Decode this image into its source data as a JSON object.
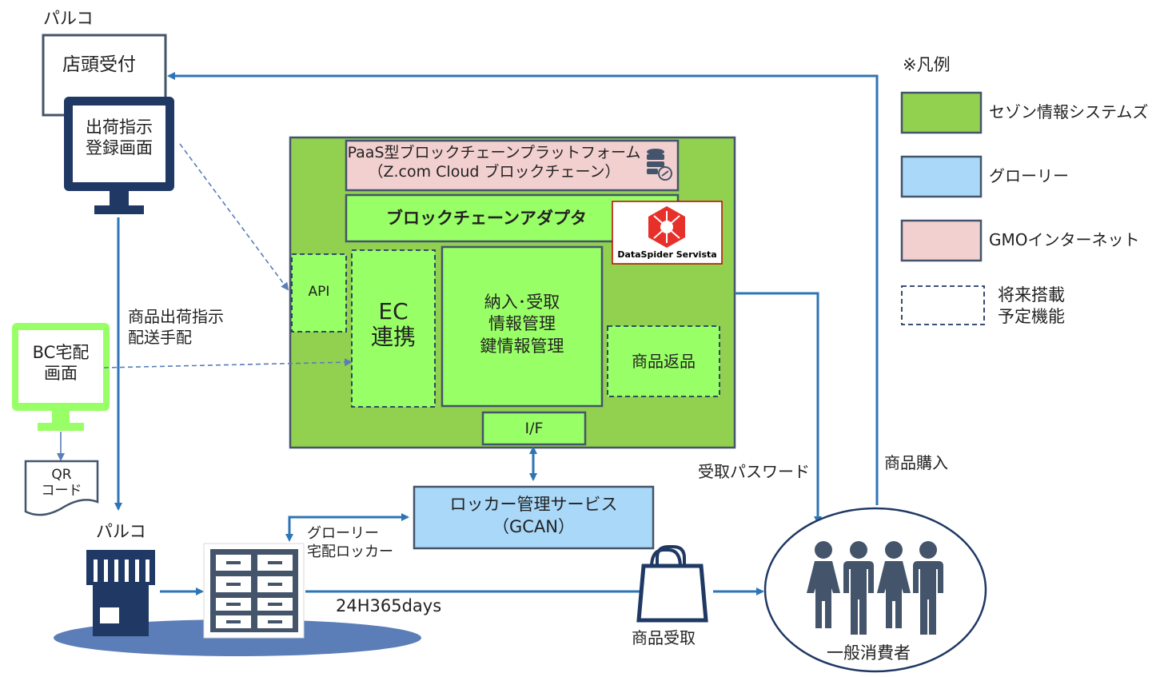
{
  "colors": {
    "green": "#92d050",
    "green_inner": "#99ff66",
    "blue": "#a9d8f8",
    "pink": "#f2d0cf",
    "navy": "#1f3864",
    "arrow": "#2e75b6",
    "icon": "#44546a",
    "dash": "#2f5597"
  },
  "top_left": {
    "parco_label": "パルコ",
    "front_desk": "店頭受付",
    "monitor_text": [
      "出荷指示",
      "登録画面"
    ]
  },
  "platform": {
    "paas_line1": "PaaS型ブロックチェーンプラットフォーム",
    "paas_line2": "（Z.com Cloud ブロックチェーン）",
    "adapter": "ブロックチェーンアダプタ",
    "dataspider_logo": "DataSpider Servista",
    "api": "API",
    "ec": [
      "EC",
      "連携"
    ],
    "center": [
      "納入･受取",
      "情報管理",
      "鍵情報管理"
    ],
    "returns": "商品返品",
    "if": "I/F"
  },
  "left_side": {
    "ship_instruction": [
      "商品出荷指示",
      "配送手配"
    ],
    "bc_screen": [
      "BC宅配",
      "画面"
    ],
    "qr": [
      "QR",
      "コード"
    ],
    "parco_bottom": "パルコ"
  },
  "bottom": {
    "gcan": [
      "ロッカー管理サービス",
      "（GCAN）"
    ],
    "locker": [
      "グローリー",
      "宅配ロッカー"
    ],
    "hours": "24H365days",
    "pickup": "商品受取",
    "password": "受取パスワード",
    "purchase": "商品購入",
    "consumer": "一般消費者"
  },
  "legend": {
    "title": "※凡例",
    "items": [
      {
        "label": "セゾン情報システムズ",
        "color": "#92d050"
      },
      {
        "label": "グローリー",
        "color": "#a9d8f8"
      },
      {
        "label": "GMOインターネット",
        "color": "#f2d0cf"
      }
    ],
    "dashed": [
      "将来搭載",
      "予定機能"
    ]
  }
}
